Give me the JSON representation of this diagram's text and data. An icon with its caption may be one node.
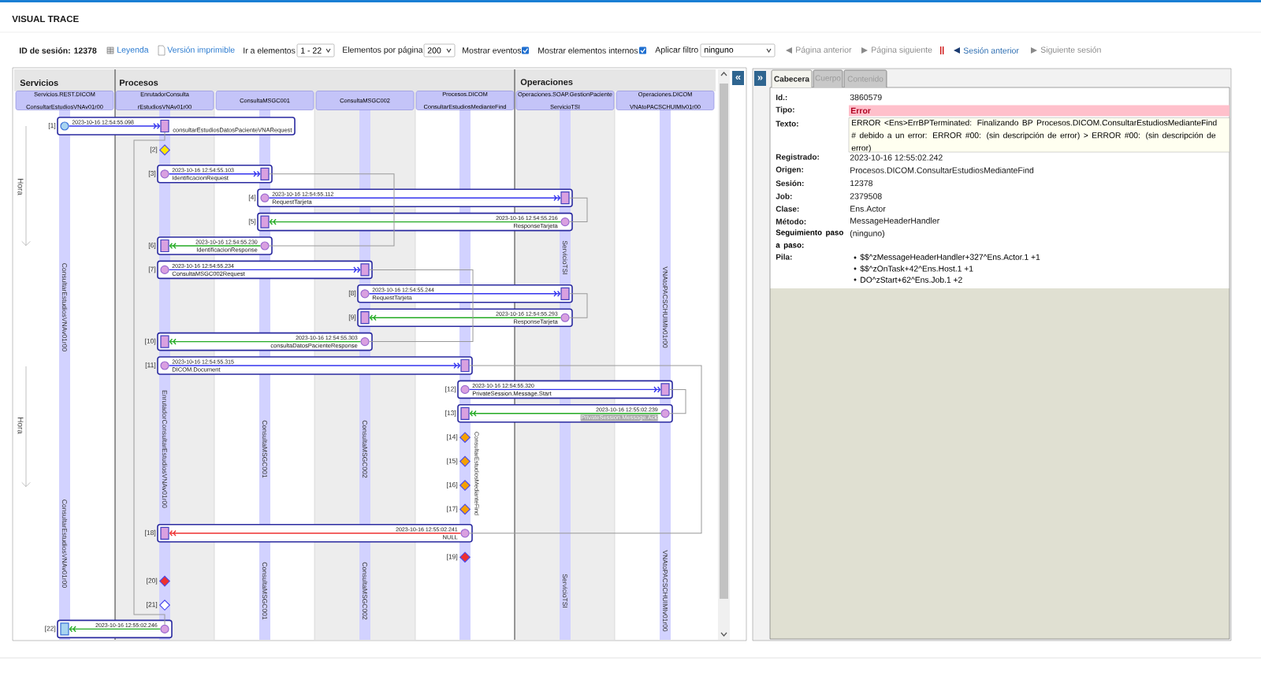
{
  "diagram": {
    "nodes": [
      {
        "text": [
          "Servicios.REST.DICOM ConsultarEstudiosVNAv01r00"
        ]
      },
      {
        "text": [
          "EnrutadorConsulta rEstudiosVNAv01r00"
        ]
      },
      {
        "text": [
          "ConsultaMSGC001"
        ]
      },
      {
        "text": [
          "ConsultaMSGC002"
        ]
      },
      {
        "text": [
          "Procesos.DICOM ConsultarEstudiosMedianteFind"
        ]
      },
      {
        "text": [
          "Operaciones.SOAP.GestionPaciente ServicioTSI"
        ]
      },
      {
        "text": [
          "Operaciones.DICOM VNAtoPACSCHUIMIv01r00"
        ]
      },
      {
        "text": [
          "2023-10-16 12:54:55.098",
          "consultarEstudiosDatosPacienteVNARequest"
        ],
        "beside": [
          "[1]"
        ]
      },
      {
        "text": [],
        "shape": "circle",
        "in": 7
      },
      {
        "text": [],
        "shape": "box",
        "in": 7
      },
      {
        "text": [],
        "shape": "diamond",
        "beside": [
          "[2]"
        ]
      },
      {
        "text": [
          "2023-10-16 12:54:55.103",
          "IdentificacionRequest"
        ],
        "beside": [
          "[3]"
        ]
      },
      {
        "text": [],
        "shape": "circle",
        "in": 11
      },
      {
        "text": [],
        "shape": "box",
        "in": 11
      },
      {
        "text": [
          "2023-10-16 12:54:55.112",
          "RequestTarjeta"
        ],
        "beside": [
          "[4]"
        ]
      },
      {
        "text": [],
        "shape": "circle",
        "in": 14
      },
      {
        "text": [],
        "shape": "box",
        "in": 14
      },
      {
        "text": [
          "2023-10-16 12:54:55.216",
          "ResponseTarjeta"
        ],
        "beside": [
          "[5]"
        ]
      },
      {
        "text": [],
        "shape": "circle",
        "in": 17
      },
      {
        "text": [],
        "shape": "box",
        "in": 17
      },
      {
        "text": [
          "2023-10-16 12:54:55.230",
          "IdentificacionResponse"
        ],
        "beside": [
          "[6]"
        ]
      },
      {
        "text": [],
        "shape": "circle",
        "in": 20
      },
      {
        "text": [],
        "shape": "box",
        "in": 20
      },
      {
        "text": [
          "2023-10-16 12:54:55.234",
          "ConsultaMSGC002Request"
        ],
        "beside": [
          "[7]"
        ]
      },
      {
        "text": [],
        "shape": "circle",
        "in": 23
      },
      {
        "text": [],
        "shape": "box",
        "in": 23
      },
      {
        "text": [
          "2023-10-16 12:54:55.244",
          "RequestTarjeta"
        ],
        "beside": [
          "[8]"
        ]
      },
      {
        "text": [],
        "shape": "circle",
        "in": 26
      },
      {
        "text": [],
        "shape": "box",
        "in": 26
      },
      {
        "text": [
          "2023-10-16 12:54:55.293",
          "ResponseTarjeta"
        ],
        "beside": [
          "[9]"
        ]
      },
      {
        "text": [],
        "shape": "circle",
        "in": 29
      },
      {
        "text": [],
        "shape": "box",
        "in": 29
      },
      {
        "text": [
          "2023-10-16 12:54:55.303",
          "consultaDatosPacienteResponse"
        ],
        "beside": [
          "[10]"
        ]
      },
      {
        "text": [],
        "shape": "circle",
        "in": 32
      },
      {
        "text": [],
        "shape": "box",
        "in": 32
      },
      {
        "text": [
          "2023-10-16 12:54:55.315",
          "DICOM.Document"
        ],
        "beside": [
          "[11]"
        ]
      },
      {
        "text": [],
        "shape": "circle",
        "in": 35
      },
      {
        "text": [],
        "shape": "box",
        "in": 35
      },
      {
        "text": [
          "2023-10-16 12:54:55.320",
          "PrivateSession.Message.Start"
        ],
        "beside": [
          "[12]"
        ]
      },
      {
        "text": [],
        "shape": "circle",
        "in": 38
      },
      {
        "text": [],
        "shape": "box",
        "in": 38
      },
      {
        "text": [
          "2023-10-16 12:55:02.239",
          "PrivateSession.Message.Ack"
        ],
        "beside": [
          "[13]"
        ]
      },
      {
        "text": [],
        "shape": "circle",
        "in": 41
      },
      {
        "text": [],
        "shape": "box",
        "in": 41
      },
      {
        "text": [],
        "shape": "diamond",
        "beside": [
          "[14]"
        ]
      },
      {
        "text": [],
        "shape": "diamond",
        "beside": [
          "[15]"
        ]
      },
      {
        "text": [],
        "shape": "diamond",
        "beside": [
          "[16]"
        ]
      },
      {
        "text": [],
        "shape": "diamond",
        "beside": [
          "[17]"
        ]
      },
      {
        "text": [
          "2023-10-16 12:55:02.241",
          "NULL"
        ],
        "beside": [
          "[18]"
        ]
      },
      {
        "text": [],
        "shape": "circle",
        "in": 48
      },
      {
        "text": [],
        "shape": "box",
        "in": 48
      },
      {
        "text": [],
        "shape": "diamond",
        "beside": [
          "[19]"
        ]
      },
      {
        "text": [],
        "shape": "diamond",
        "beside": [
          "[20]"
        ]
      },
      {
        "text": [],
        "shape": "diamond",
        "beside": [
          "[21]"
        ]
      },
      {
        "text": [
          "2023-10-16 12:55:02.246"
        ],
        "beside": [
          "[22]"
        ]
      },
      {
        "text": [],
        "shape": "circle",
        "in": 54
      },
      {
        "text": [],
        "shape": "box",
        "in": 54
      }
    ],
    "edges": [
      {
        "from": 8,
        "to": 9,
        "arrow": "to"
      },
      {
        "from": 12,
        "to": 13,
        "arrow": "to"
      },
      {
        "from": 15,
        "to": 16,
        "arrow": "to"
      },
      {
        "from": 18,
        "to": 19,
        "arrow": "to",
        "color": "#22aa22"
      },
      {
        "from": 21,
        "to": 22,
        "arrow": "to",
        "color": "#22aa22"
      },
      {
        "from": 24,
        "to": 25,
        "arrow": "to"
      },
      {
        "from": 27,
        "to": 28,
        "arrow": "to"
      },
      {
        "from": 30,
        "to": 31,
        "arrow": "to",
        "color": "#22aa22"
      },
      {
        "from": 33,
        "to": 34,
        "arrow": "to",
        "color": "#22aa22"
      },
      {
        "from": 36,
        "to": 37,
        "arrow": "to"
      },
      {
        "from": 39,
        "to": 40,
        "arrow": "to"
      },
      {
        "from": 42,
        "to": 43,
        "arrow": "to",
        "color": "#22aa22"
      },
      {
        "from": 49,
        "to": 50,
        "arrow": "to",
        "color": "#ee3333"
      },
      {
        "from": 55,
        "to": 56,
        "arrow": "to",
        "color": "#22aa22"
      },
      {
        "from": 9,
        "to": 55,
        "arrow": "none",
        "color": "#999999"
      },
      {
        "from": 13,
        "to": 21,
        "arrow": "none",
        "color": "#999999"
      },
      {
        "from": 16,
        "to": 18,
        "arrow": "none",
        "color": "#999999"
      },
      {
        "from": 25,
        "to": 33,
        "arrow": "none",
        "color": "#999999"
      },
      {
        "from": 28,
        "to": 30,
        "arrow": "none",
        "color": "#999999"
      },
      {
        "from": 37,
        "to": 49,
        "arrow": "none",
        "color": "#999999"
      },
      {
        "from": 40,
        "to": 42,
        "arrow": "none",
        "color": "#999999"
      }
    ],
    "labels": [
      "VISUAL TRACE",
      "ID de sesión: 12378",
      "Leyenda",
      "Versión imprimible",
      "Ir a elementos",
      "1 - 22",
      "Elementos por página",
      "200",
      "Mostrar eventos",
      "Mostrar elementos internos",
      "Aplicar filtro",
      "ninguno",
      "Página anterior",
      "Página siguiente",
      "||",
      "Sesión anterior",
      "Siguiente sesión",
      "Servicios",
      "Procesos",
      "Operaciones",
      "«",
      "»",
      "Cabecera",
      "Cuerpo",
      "Contenido",
      "Id.:",
      "3860579",
      "Tipo:",
      "Error",
      "Texto:",
      "ERROR <Ens>ErrBPTerminated: Finalizando BP Procesos.DICOM.ConsultarEstudiosMedianteFind # debido a un error: ERROR #00: (sin descripción de error) > ERROR #00: (sin descripción de error)",
      "Registrado:",
      "2023-10-16 12:55:02.242",
      "Origen:",
      "Procesos.DICOM.ConsultarEstudiosMedianteFind",
      "Sesión:",
      "12378",
      "Job:",
      "2379508",
      "Clase:",
      "Ens.Actor",
      "Método:",
      "MessageHeaderHandler",
      "Seguimiento paso a paso:",
      "(ninguno)",
      "Pila:",
      "$$^zMessageHeaderHandler+327^Ens.Actor.1 +1",
      "$$^zOnTask+42^Ens.Host.1 +1",
      "DO^zStart+62^Ens.Job.1 +2",
      "Hora",
      "Hora",
      "ConsultarEstudiosVNAv01r00",
      "ConsultarEstudiosVNAv01r00",
      "EnrutadorConsultarEstudiosVNAv01r00",
      "ConsultaMSGC001",
      "ConsultaMSGC001",
      "ConsultaMSGC002",
      "ConsultaMSGC002",
      "ConsultarEstudiosMedianteFind",
      "ServicioTSI",
      "ServicioTSI",
      "VNAtoPACSCHUIMIv01r00",
      "VNAtoPACSCHUIMIv01r00"
    ]
  }
}
